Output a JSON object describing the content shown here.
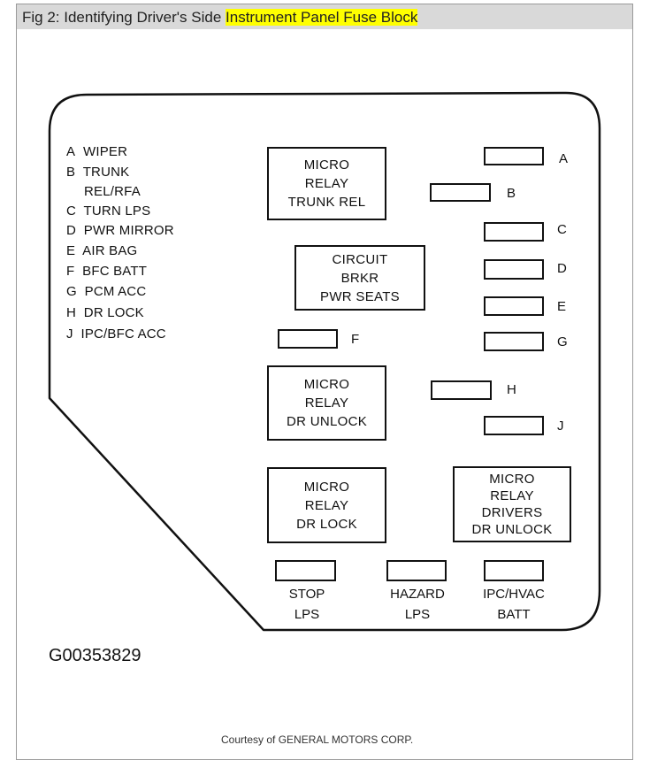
{
  "header": {
    "title_prefix": "Fig 2: Identifying Driver's Side ",
    "title_highlight": "Instrument Panel Fuse Block"
  },
  "legend": [
    {
      "letter": "A",
      "text": "WIPER"
    },
    {
      "letter": "B",
      "text": "TRUNK"
    },
    {
      "letter": "",
      "text": "REL/RFA"
    },
    {
      "letter": "C",
      "text": "TURN LPS"
    },
    {
      "letter": "D",
      "text": "PWR MIRROR"
    },
    {
      "letter": "E",
      "text": "AIR BAG"
    },
    {
      "letter": "F",
      "text": "BFC BATT"
    },
    {
      "letter": "G",
      "text": "PCM ACC"
    },
    {
      "letter": "H",
      "text": "DR LOCK"
    },
    {
      "letter": "J",
      "text": "IPC/BFC ACC"
    }
  ],
  "relays": {
    "trunk_rel": [
      "MICRO",
      "RELAY",
      "TRUNK REL"
    ],
    "circuit_breaker": [
      "CIRCUIT",
      "BRKR",
      "PWR SEATS"
    ],
    "dr_unlock": [
      "MICRO",
      "RELAY",
      "DR UNLOCK"
    ],
    "dr_lock": [
      "MICRO",
      "RELAY",
      "DR LOCK"
    ],
    "drivers_dr_unlock": [
      "MICRO",
      "RELAY",
      "DRIVERS",
      "DR UNLOCK"
    ]
  },
  "fuses": {
    "A": "A",
    "B": "B",
    "C": "C",
    "D": "D",
    "E": "E",
    "F": "F",
    "G": "G",
    "H": "H",
    "J": "J"
  },
  "bottom_fuses": {
    "stop": [
      "STOP",
      "LPS"
    ],
    "hazard": [
      "HAZARD",
      "LPS"
    ],
    "ipc_hvac": [
      "IPC/HVAC",
      "BATT"
    ]
  },
  "figure_code": "G00353829",
  "credit": "Courtesy of GENERAL MOTORS CORP."
}
